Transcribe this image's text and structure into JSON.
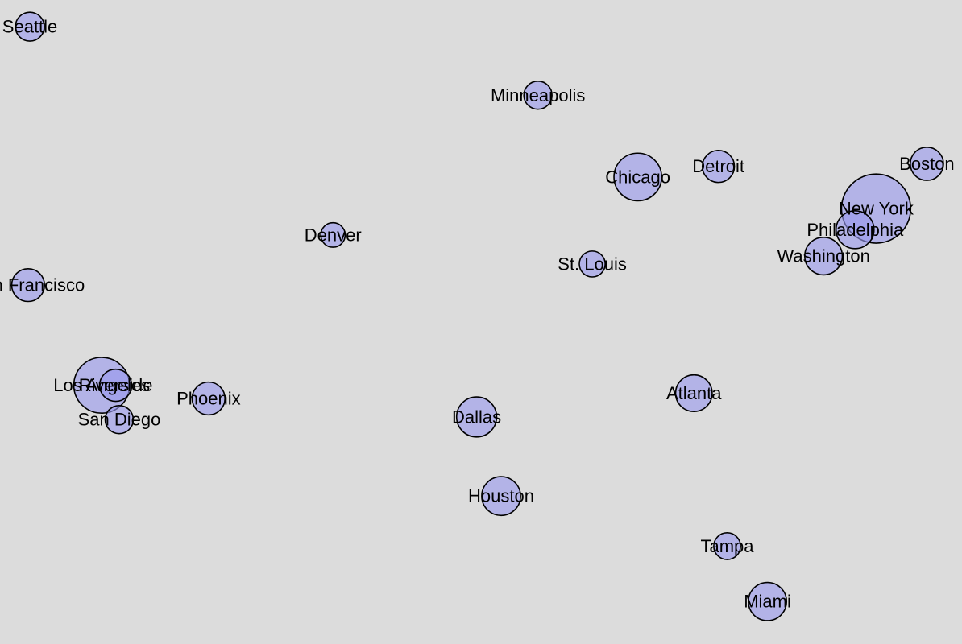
{
  "chart_data": {
    "type": "scatter",
    "title": "",
    "xlabel": "",
    "ylabel": "",
    "x_unit": "longitude (degrees)",
    "y_unit": "latitude (degrees)",
    "xlim": [
      -122.9,
      -70.2
    ],
    "ylim": [
      24.8,
      48.0
    ],
    "grid": false,
    "legend": "none",
    "bubble_color": "#9999ee",
    "bubble_stroke": "#000000",
    "background": "#dcdcdc",
    "size_encoding": "metro population (millions, approximate)",
    "points": [
      {
        "name": "Seattle",
        "lon": -122.3,
        "lat": 47.6,
        "population": 3.5
      },
      {
        "name": "Minneapolis",
        "lon": -93.3,
        "lat": 45.0,
        "population": 3.3
      },
      {
        "name": "Detroit",
        "lon": -83.0,
        "lat": 42.3,
        "population": 4.3
      },
      {
        "name": "Boston",
        "lon": -71.1,
        "lat": 42.4,
        "population": 4.6
      },
      {
        "name": "Chicago",
        "lon": -87.6,
        "lat": 41.9,
        "population": 9.5
      },
      {
        "name": "New York",
        "lon": -74.0,
        "lat": 40.7,
        "population": 20.0
      },
      {
        "name": "Philadelphia",
        "lon": -75.2,
        "lat": 39.9,
        "population": 6.0
      },
      {
        "name": "Denver",
        "lon": -105.0,
        "lat": 39.7,
        "population": 2.5
      },
      {
        "name": "Washington",
        "lon": -77.0,
        "lat": 38.9,
        "population": 5.9
      },
      {
        "name": "St. Louis",
        "lon": -90.2,
        "lat": 38.6,
        "population": 2.8
      },
      {
        "name": "San Francisco",
        "lon": -122.4,
        "lat": 37.8,
        "population": 4.5
      },
      {
        "name": "Los Angeles",
        "lon": -118.2,
        "lat": 34.0,
        "population": 13.0
      },
      {
        "name": "Riverside",
        "lon": -117.4,
        "lat": 34.0,
        "population": 4.3
      },
      {
        "name": "Atlanta",
        "lon": -84.4,
        "lat": 33.7,
        "population": 5.6
      },
      {
        "name": "Phoenix",
        "lon": -112.1,
        "lat": 33.5,
        "population": 4.5
      },
      {
        "name": "Dallas",
        "lon": -96.8,
        "lat": 32.8,
        "population": 6.7
      },
      {
        "name": "San Diego",
        "lon": -117.2,
        "lat": 32.7,
        "population": 3.3
      },
      {
        "name": "Houston",
        "lon": -95.4,
        "lat": 29.8,
        "population": 6.3
      },
      {
        "name": "Tampa",
        "lon": -82.5,
        "lat": 27.9,
        "population": 3.0
      },
      {
        "name": "Miami",
        "lon": -80.2,
        "lat": 25.8,
        "population": 6.1
      }
    ]
  }
}
